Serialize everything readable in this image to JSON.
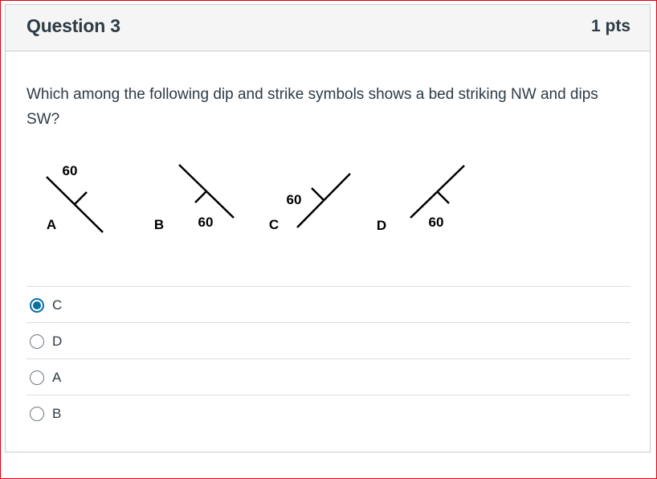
{
  "question": {
    "title": "Question 3",
    "points": "1 pts",
    "text": "Which among the following dip and strike symbols shows a bed striking NW and dips SW?"
  },
  "figure": {
    "symbols": [
      {
        "letter": "A",
        "dip": "60"
      },
      {
        "letter": "B",
        "dip": "60"
      },
      {
        "letter": "C",
        "dip": "60"
      },
      {
        "letter": "D",
        "dip": "60"
      }
    ]
  },
  "answers": [
    {
      "label": "C",
      "selected": true
    },
    {
      "label": "D",
      "selected": false
    },
    {
      "label": "A",
      "selected": false
    },
    {
      "label": "B",
      "selected": false
    }
  ],
  "colors": {
    "frame_border": "#e3000f",
    "header_bg": "#f5f5f5",
    "text": "#2d3b45",
    "radio_selected": "#0770a3"
  }
}
